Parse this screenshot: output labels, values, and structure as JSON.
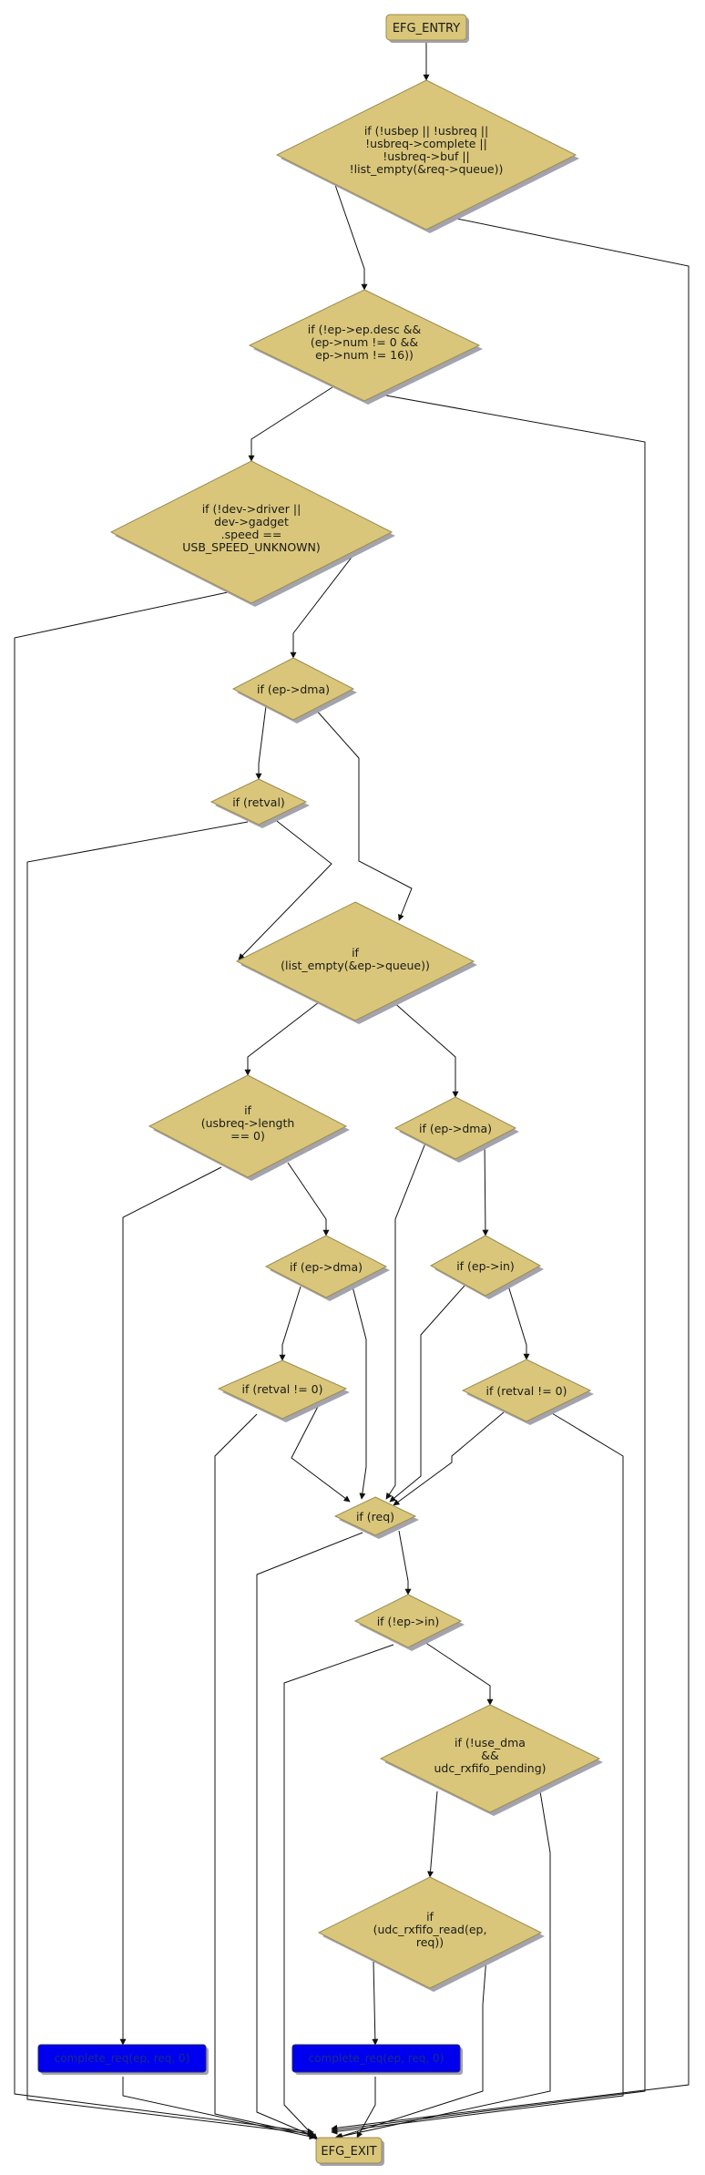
{
  "colors": {
    "decision_fill": "#d9c67a",
    "decision_stroke": "#9a8c52",
    "shadow": "#a3a3ad",
    "call_fill": "#0000ee",
    "call_text": "#1c2a8a",
    "edge": "#111111",
    "background": "#ffffff"
  },
  "nodes": {
    "entry": {
      "label": "EFG_ENTRY"
    },
    "exit": {
      "label": "EFG_EXIT"
    },
    "d1": {
      "lines": [
        "if (!usbep || !usbreq ||",
        "!usbreq->complete ||",
        "!usbreq->buf ||",
        "!list_empty(&req->queue))"
      ]
    },
    "d2": {
      "lines": [
        "if (!ep->ep.desc &&",
        "(ep->num != 0 &&",
        "ep->num != 16))"
      ]
    },
    "d3": {
      "lines": [
        "if (!dev->driver ||",
        "dev->gadget",
        ".speed ==",
        "USB_SPEED_UNKNOWN)"
      ]
    },
    "d4": {
      "lines": [
        "if (ep->dma)"
      ]
    },
    "d5": {
      "lines": [
        "if (retval)"
      ]
    },
    "d6": {
      "lines": [
        "if",
        "(list_empty(&ep->queue))"
      ]
    },
    "d7": {
      "lines": [
        "if",
        "(usbreq->length",
        "== 0)"
      ]
    },
    "d8": {
      "lines": [
        "if (ep->dma)"
      ]
    },
    "d9": {
      "lines": [
        "if (ep->dma)"
      ]
    },
    "d10": {
      "lines": [
        "if (ep->in)"
      ]
    },
    "d11": {
      "lines": [
        "if (retval != 0)"
      ]
    },
    "d12": {
      "lines": [
        "if (retval != 0)"
      ]
    },
    "d13": {
      "lines": [
        "if (req)"
      ]
    },
    "d14": {
      "lines": [
        "if (!ep->in)"
      ]
    },
    "d15": {
      "lines": [
        "if (!use_dma",
        "&&",
        "udc_rxfifo_pending)"
      ]
    },
    "d16": {
      "lines": [
        "if",
        "(udc_rxfifo_read(ep,",
        "req))"
      ]
    },
    "call1": {
      "label": "complete_req(ep, req, 0)"
    },
    "call2": {
      "label": "complete_req(ep, req, 0)"
    }
  }
}
